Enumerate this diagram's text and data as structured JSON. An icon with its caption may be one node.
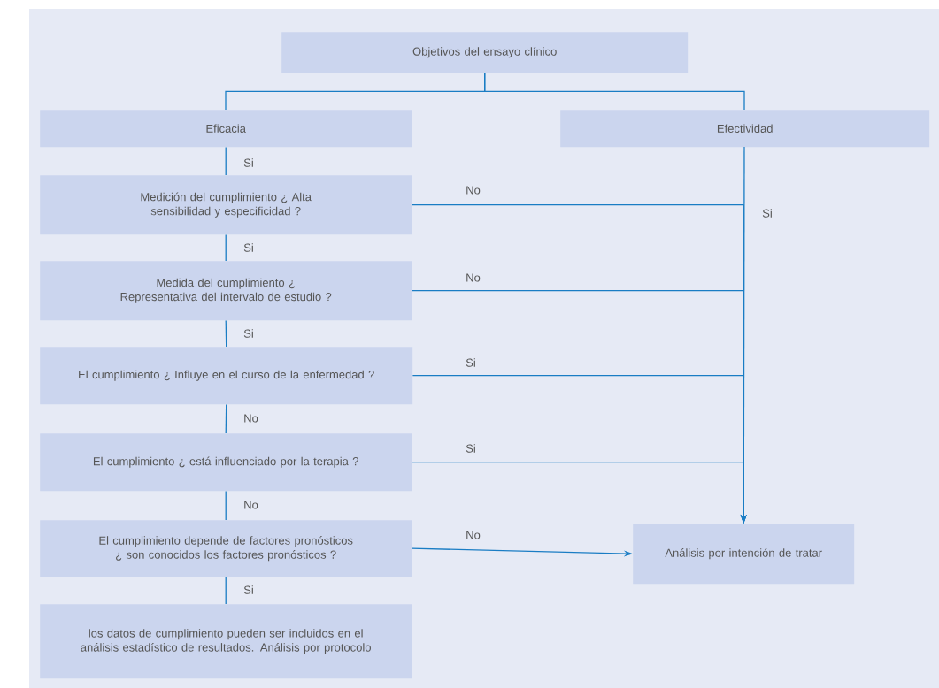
{
  "diagram": {
    "nodes": [
      {
        "text": [
          "Objetivos del ensayo clínico"
        ]
      },
      {
        "text": [
          "Eficacia"
        ]
      },
      {
        "text": [
          "Efectividad"
        ]
      },
      {
        "text": [
          "Medición del cumplimiento ¿ Alta sensibilidad y especificidad ?"
        ]
      },
      {
        "text": [
          "Medida del cumplimiento ¿ Representativa del intervalo de estudio ?"
        ]
      },
      {
        "text": [
          "El cumplimiento ¿ Influye en el curso de la enfermedad ?"
        ]
      },
      {
        "text": [
          "El cumplimiento ¿ está influenciado por la terapia ?"
        ]
      },
      {
        "text": [
          "El cumplimiento depende de factores pronósticos ¿ son conocidos los factores pronósticos ?"
        ]
      },
      {
        "text": [
          "los datos de cumplimiento pueden ser incluidos en el análisis estadístico de resultados. Análisis por protocolo"
        ]
      },
      {
        "text": [
          "Análisis por intención de tratar"
        ]
      }
    ],
    "edges": [
      {
        "from": 0,
        "to": 1,
        "arrow": "none"
      },
      {
        "from": 0,
        "to": 2,
        "arrow": "none"
      },
      {
        "from": 1,
        "to": 3,
        "arrow": "none",
        "label": "Si"
      },
      {
        "from": 3,
        "to": 4,
        "arrow": "none",
        "label": "Si"
      },
      {
        "from": 4,
        "to": 5,
        "arrow": "none",
        "label": "Si"
      },
      {
        "from": 5,
        "to": 6,
        "arrow": "none",
        "label": "No"
      },
      {
        "from": 6,
        "to": 7,
        "arrow": "none",
        "label": "No"
      },
      {
        "from": 7,
        "to": 8,
        "arrow": "none",
        "label": "Si"
      },
      {
        "from": 2,
        "to": 9,
        "arrow": "to",
        "label": "Si"
      },
      {
        "from": 3,
        "to": 9,
        "arrow": "to",
        "label": "No"
      },
      {
        "from": 4,
        "to": 9,
        "arrow": "to",
        "label": "No"
      },
      {
        "from": 5,
        "to": 9,
        "arrow": "to",
        "label": "Si"
      },
      {
        "from": 6,
        "to": 9,
        "arrow": "to",
        "label": "Si"
      },
      {
        "from": 7,
        "to": 9,
        "arrow": "to",
        "label": "No"
      }
    ]
  }
}
